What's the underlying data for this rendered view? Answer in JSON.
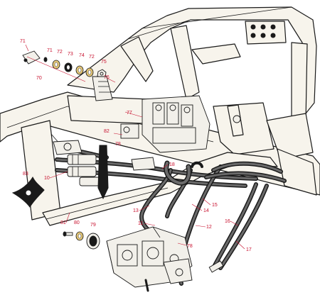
{
  "callouts": {
    "c70": "70",
    "c71a": "71",
    "c71b": "71",
    "c72a": "72",
    "c73": "73",
    "c74": "74",
    "c72b": "72",
    "c75": "75",
    "c76": "76",
    "c77": "77",
    "c82": "82",
    "c78a": "78",
    "c18": "18",
    "c83": "83",
    "c10": "10",
    "c81": "81",
    "c80": "80",
    "c79": "79",
    "c13": "13",
    "c11": "11",
    "c14": "14",
    "c15": "15",
    "c12": "12",
    "c16": "16",
    "c17": "17",
    "c78b": "78"
  },
  "colors": {
    "callout": "#c8102e",
    "line": "#1a1a1a",
    "frame_fill": "#f7f4ec",
    "washer": "#e6c878"
  }
}
